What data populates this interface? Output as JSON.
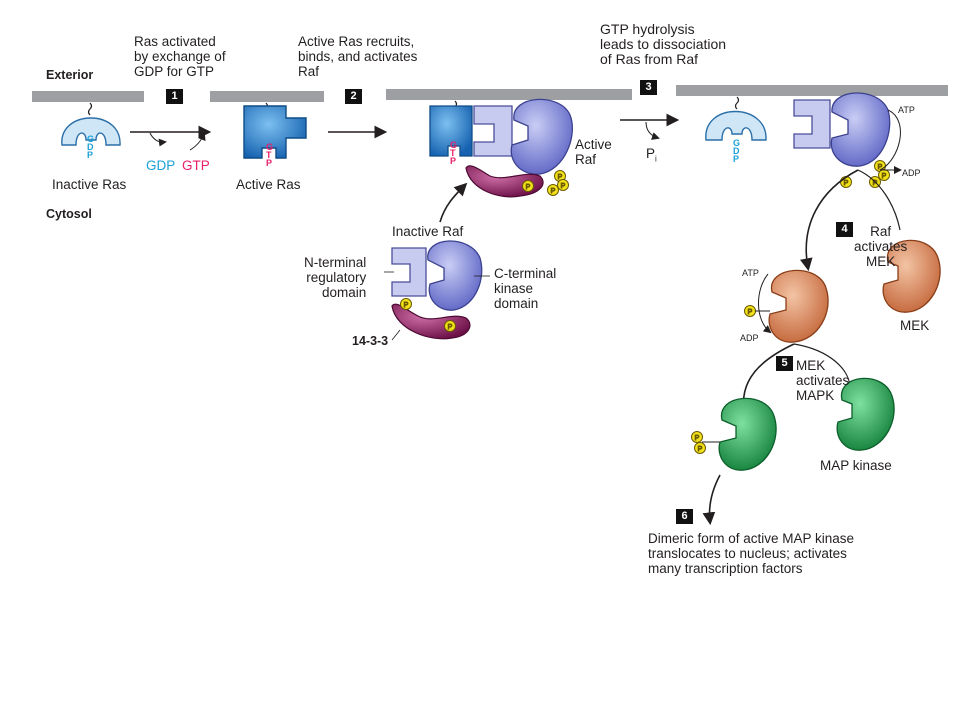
{
  "labels": {
    "exterior": "Exterior",
    "cytosol": "Cytosol",
    "inactive_ras": "Inactive Ras",
    "active_ras": "Active Ras",
    "gdp": "GDP",
    "gtp": "GTP",
    "active_raf": "Active\nRaf",
    "pi": "P",
    "pi_sub": "i",
    "inactive_raf": "Inactive Raf",
    "n_terminal": "N-terminal\nregulatory\ndomain",
    "c_terminal": "C-terminal\nkinase\ndomain",
    "protein_1433": "14-3-3",
    "atp": "ATP",
    "adp": "ADP",
    "mek": "MEK",
    "map_kinase": "MAP kinase",
    "p": "P"
  },
  "nucleotides": {
    "gdp_letters": [
      "G",
      "D",
      "P"
    ],
    "gtp_letters": [
      "G",
      "T",
      "P"
    ]
  },
  "steps": [
    {
      "number": "1",
      "text": "Ras activated\nby exchange of\nGDP for GTP"
    },
    {
      "number": "2",
      "text": "Active Ras recruits,\nbinds, and activates\nRaf"
    },
    {
      "number": "3",
      "text": "GTP hydrolysis\nleads to dissociation\nof Ras from Raf"
    },
    {
      "number": "4",
      "text": "Raf\nactivates\nMEK"
    },
    {
      "number": "5",
      "text": "MEK\nactivates\nMAPK"
    },
    {
      "number": "6",
      "text": "Dimeric form of active MAP kinase\ntranslocates to nucleus; activates\nmany transcription factors"
    }
  ],
  "colors": {
    "membrane": "#9d9fa2",
    "ras_inactive": "#cfe6f7",
    "ras_active": "#1f7fd0",
    "raf": "#7f86d9",
    "raf_light": "#c8cbf0",
    "protein_1433": "#8a1f63",
    "mek": "#d98658",
    "mapk": "#1f9a4a",
    "phosphate": "#f2e21a",
    "gdp_text": "#1aa0d8",
    "gtp_text": "#e8206a"
  }
}
